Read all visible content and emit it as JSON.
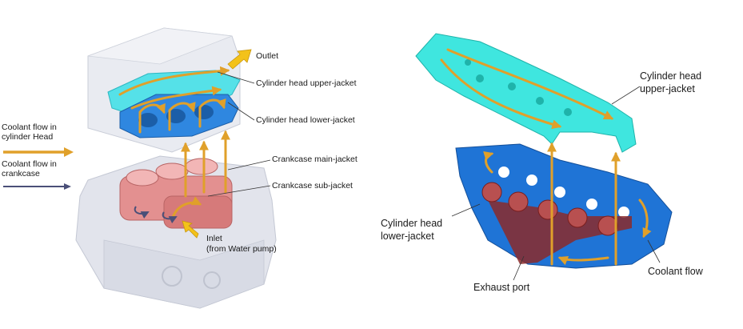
{
  "left_figure": {
    "labels": {
      "outlet": "Outlet",
      "upper_jacket": "Cylinder head upper-jacket",
      "lower_jacket": "Cylinder head lower-jacket",
      "main_jacket": "Crankcase main-jacket",
      "sub_jacket": "Crankcase sub-jacket",
      "inlet_line1": "Inlet",
      "inlet_line2": "(from Water pump)"
    },
    "legend": {
      "head_flow_line1": "Coolant flow in",
      "head_flow_line2": "cylinder Head",
      "crankcase_flow_line1": "Coolant flow in",
      "crankcase_flow_line2": "crankcase"
    }
  },
  "right_figure": {
    "labels": {
      "upper_jacket_line1": "Cylinder head",
      "upper_jacket_line2": "upper-jacket",
      "lower_jacket_line1": "Cylinder head",
      "lower_jacket_line2": "lower-jacket",
      "exhaust_port": "Exhaust port",
      "coolant_flow": "Coolant flow"
    }
  },
  "colors": {
    "head_flow_arrow": "#e0a02a",
    "crankcase_flow_arrow": "#4a4f78",
    "upper_jacket": "#3fe6df",
    "lower_jacket": "#1f74d6",
    "crankcase_jacket": "#d98080",
    "exhaust_port": "#8b2a2a",
    "engine_block": "#dfe2ea"
  }
}
